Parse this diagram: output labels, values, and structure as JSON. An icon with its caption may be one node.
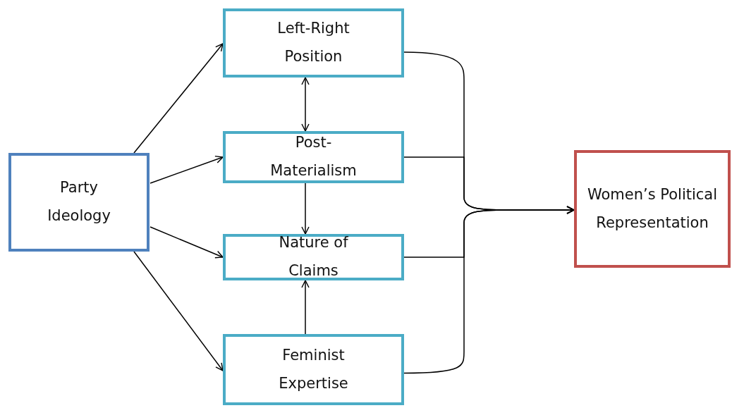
{
  "diagram": {
    "nodes": [
      {
        "text": [
          "Party Ideology"
        ]
      },
      {
        "text": [
          "Left-Right Position"
        ]
      },
      {
        "text": [
          "Post-Materialism"
        ]
      },
      {
        "text": [
          "Nature of Claims"
        ]
      },
      {
        "text": [
          "Feminist Expertise"
        ]
      },
      {
        "text": [
          "Women’s Political Representation"
        ]
      }
    ],
    "edges": [
      {
        "from": 0,
        "to": 1,
        "arrow": "to"
      },
      {
        "from": 0,
        "to": 2,
        "arrow": "to"
      },
      {
        "from": 0,
        "to": 3,
        "arrow": "to"
      },
      {
        "from": 0,
        "to": 4,
        "arrow": "to"
      },
      {
        "from": 1,
        "to": 2,
        "arrow": "both"
      },
      {
        "from": 2,
        "to": 3,
        "arrow": "to"
      },
      {
        "from": 4,
        "to": 3,
        "arrow": "to"
      },
      {
        "from": 1,
        "to": 5,
        "arrow": "to"
      },
      {
        "from": 2,
        "to": 5,
        "arrow": "to"
      },
      {
        "from": 3,
        "to": 5,
        "arrow": "to"
      },
      {
        "from": 4,
        "to": 5,
        "arrow": "to"
      }
    ]
  }
}
